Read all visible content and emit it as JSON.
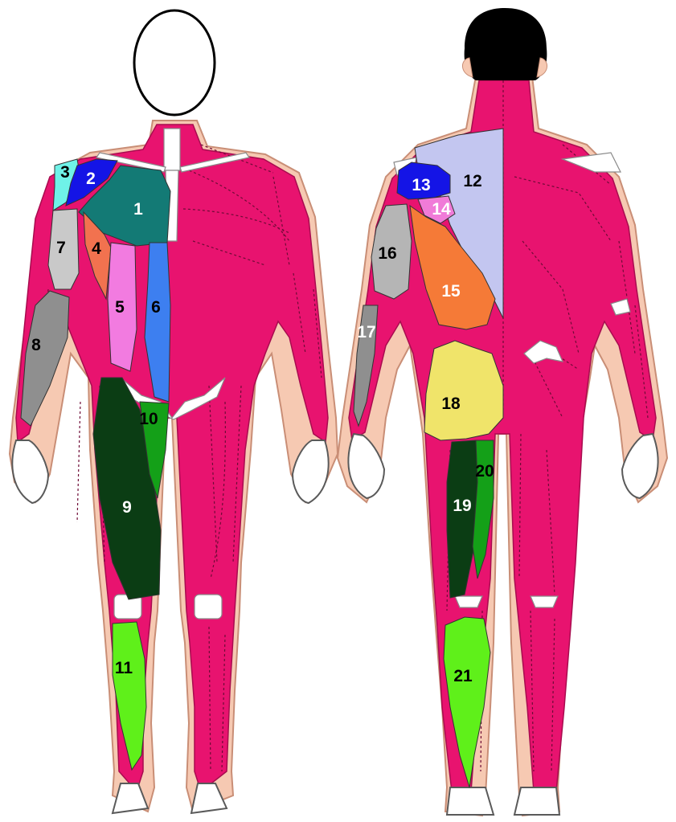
{
  "colors": {
    "muscle": "#e8136f",
    "skin": "#f6c9b2",
    "bone": "#ffffff",
    "hair": "#000000"
  },
  "regions": [
    {
      "label": "1",
      "color": "#137a75",
      "text_color": "#ffffff"
    },
    {
      "label": "2",
      "color": "#1414e6",
      "text_color": "#ffffff"
    },
    {
      "label": "3",
      "color": "#6ff2e8",
      "text_color": "#000000"
    },
    {
      "label": "4",
      "color": "#f2724f",
      "text_color": "#000000"
    },
    {
      "label": "5",
      "color": "#f27be0",
      "text_color": "#000000"
    },
    {
      "label": "6",
      "color": "#3d7ff0",
      "text_color": "#000000"
    },
    {
      "label": "7",
      "color": "#c9c9c9",
      "text_color": "#000000"
    },
    {
      "label": "8",
      "color": "#8f8f8f",
      "text_color": "#000000"
    },
    {
      "label": "9",
      "color": "#0b3d14",
      "text_color": "#ffffff"
    },
    {
      "label": "10",
      "color": "#14a018",
      "text_color": "#000000"
    },
    {
      "label": "11",
      "color": "#5ff01a",
      "text_color": "#000000"
    },
    {
      "label": "12",
      "color": "#c3c6f0",
      "text_color": "#000000"
    },
    {
      "label": "13",
      "color": "#1414e6",
      "text_color": "#ffffff"
    },
    {
      "label": "14",
      "color": "#f07bd8",
      "text_color": "#ffffff"
    },
    {
      "label": "15",
      "color": "#f57a37",
      "text_color": "#ffffff"
    },
    {
      "label": "16",
      "color": "#b5b5b5",
      "text_color": "#000000"
    },
    {
      "label": "17",
      "color": "#8f8f8f",
      "text_color": "#ffffff"
    },
    {
      "label": "18",
      "color": "#f0e46a",
      "text_color": "#000000"
    },
    {
      "label": "19",
      "color": "#0b3d14",
      "text_color": "#ffffff"
    },
    {
      "label": "20",
      "color": "#14a018",
      "text_color": "#000000"
    },
    {
      "label": "21",
      "color": "#5ff01a",
      "text_color": "#000000"
    }
  ]
}
